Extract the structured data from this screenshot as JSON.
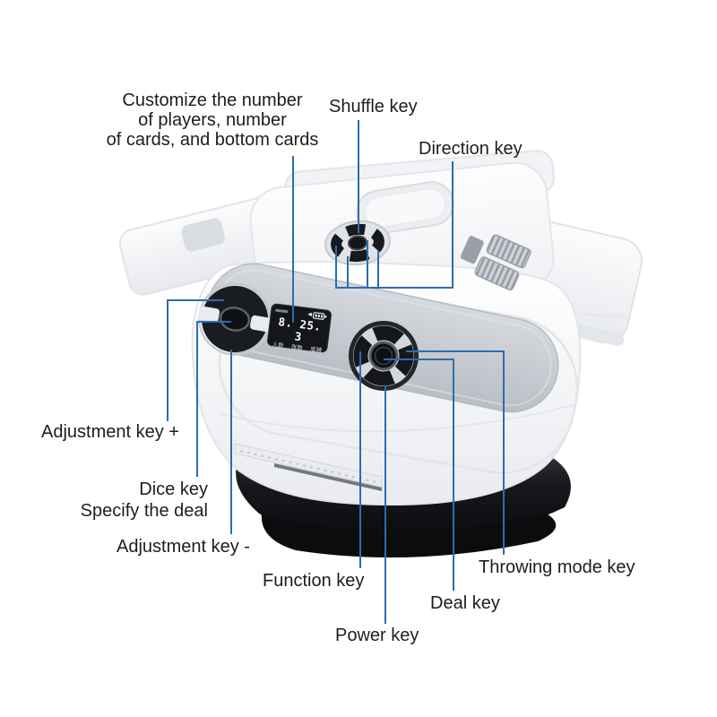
{
  "figure": {
    "type": "annotated-product-diagram",
    "subject": "automatic playing-card dealer and shuffler machine"
  },
  "colors": {
    "background": "#ffffff",
    "callout_line": "#2f6cad",
    "label_text": "#1d1d1f",
    "device_body": "#f4f5f8",
    "panel_gray": "#c9cdd3",
    "button_black": "#17191d",
    "base_black": "#121316",
    "display_bg": "#14161a",
    "display_text": "#ffffff"
  },
  "labels": {
    "customize_line1": "Customize the number",
    "customize_line2": "of players, number",
    "customize_line3": "of cards, and bottom cards",
    "shuffle": "Shuffle key",
    "direction": "Direction key",
    "adjustment_plus": "Adjustment key +",
    "dice_line1": "Dice key",
    "dice_line2": "Specify the deal",
    "adjustment_minus": "Adjustment key -",
    "function": "Function key",
    "power": "Power key",
    "deal": "Deal key",
    "throwing": "Throwing mode key"
  },
  "display": {
    "value": "8. 25. 3",
    "players_label": "人数",
    "cards_label": "张数",
    "bottom_label": "底牌",
    "arrow_glyph": "◀"
  }
}
